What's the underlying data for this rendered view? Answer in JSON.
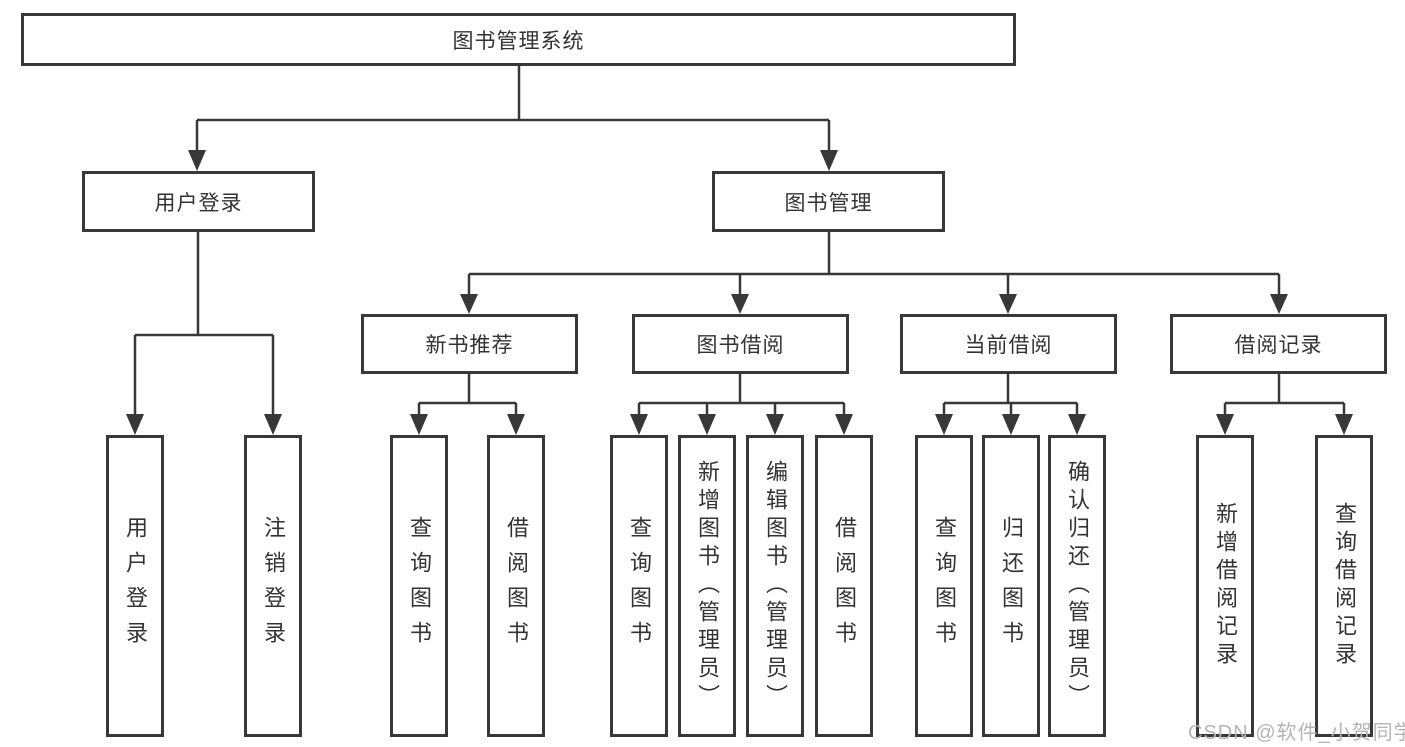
{
  "diagram": {
    "root": {
      "label": "图书管理系统"
    },
    "branches": [
      {
        "label": "用户登录",
        "children": [
          {
            "label": "用户登录"
          },
          {
            "label": "注销登录"
          }
        ]
      },
      {
        "label": "图书管理",
        "children": [
          {
            "label": "新书推荐",
            "children": [
              {
                "label": "查询图书"
              },
              {
                "label": "借阅图书"
              }
            ]
          },
          {
            "label": "图书借阅",
            "children": [
              {
                "label": "查询图书"
              },
              {
                "label": "新增图书（管理员）"
              },
              {
                "label": "编辑图书（管理员）"
              },
              {
                "label": "借阅图书"
              }
            ]
          },
          {
            "label": "当前借阅",
            "children": [
              {
                "label": "查询图书"
              },
              {
                "label": "归还图书"
              },
              {
                "label": "确认归还（管理员）"
              }
            ]
          },
          {
            "label": "借阅记录",
            "children": [
              {
                "label": "新增借阅记录"
              },
              {
                "label": "查询借阅记录"
              }
            ]
          }
        ]
      }
    ]
  },
  "watermark": {
    "text": "CSDN @软件_小贺同学"
  },
  "colors": {
    "line": "#383838",
    "box_border": "#383838",
    "box_background": "#ffffff",
    "text": "#333333",
    "watermark": "#b4b4b4"
  }
}
